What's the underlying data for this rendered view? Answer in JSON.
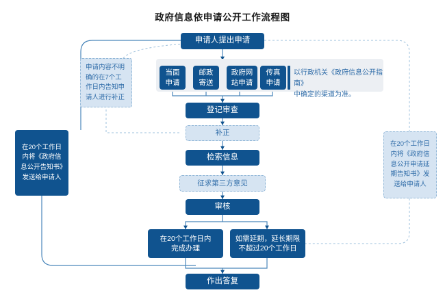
{
  "title": "政府信息依申请公开工作流程图",
  "colors": {
    "primary_dark": "#10538f",
    "light_fill": "#d6e4f2",
    "light_text": "#2f6ca8",
    "panel_bg": "#eceff3",
    "wire": "#4a86ba",
    "wire_dashed": "#9ec0dc"
  },
  "nodes": {
    "apply": "申请人提出申请",
    "channel_inperson": "当面\n申请",
    "channel_post": "邮政\n寄送",
    "channel_web": "政府网\n站申请",
    "channel_fax": "传真\n申请",
    "register_review": "登记审查",
    "supplement": "补正",
    "search_info": "检索信息",
    "third_party": "征求第三方意见",
    "audit": "审核",
    "finish_20": "在20个工作日内\n完成办理",
    "extend_20": "如需延期，延长期限\n不超过20个工作日",
    "reply": "作出答复"
  },
  "notes": {
    "channel_note": "以行政机关《政府信息公开指南》\n中确定的渠道为准。",
    "supplement_note": "申请内容不明确的在7个工作日内告知申请人进行补正",
    "left_notice": "在20个工作日内将《政府信息公开告知书》发送给申请人",
    "right_notice": "在20个工作日内将《政府信息公开申请延期告知书》发送给申请人"
  }
}
